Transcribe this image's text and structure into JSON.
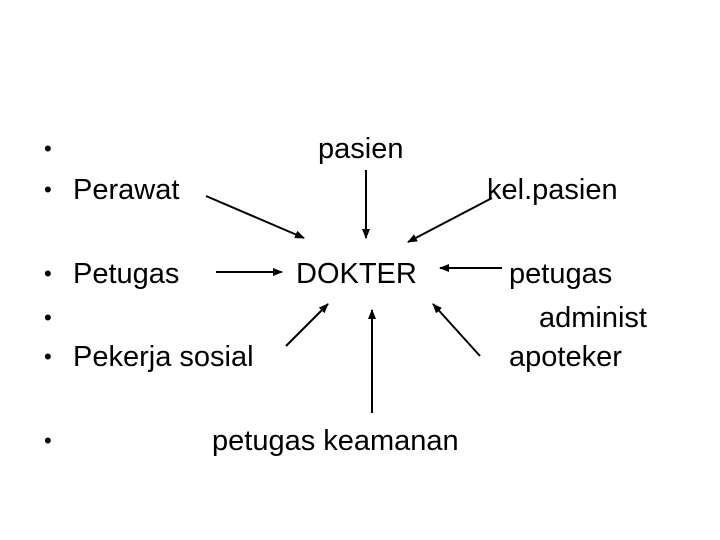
{
  "bullets": [
    "•",
    "•",
    "•",
    "•",
    "•",
    "•"
  ],
  "nodes": {
    "pasien": "pasien",
    "perawat": "Perawat",
    "kel_pasien": "kel.pasien",
    "petugas_left": "Petugas",
    "dokter": "DOKTER",
    "petugas_right": "petugas",
    "administ": "administ",
    "pekerja_sosial": "Pekerja sosial",
    "apoteker": "apoteker",
    "petugas_keamanan": "petugas keamanan"
  },
  "edges": [
    {
      "from": "pasien",
      "to": "dokter"
    },
    {
      "from": "perawat",
      "to": "dokter"
    },
    {
      "from": "kel_pasien",
      "to": "dokter"
    },
    {
      "from": "petugas_left",
      "to": "dokter"
    },
    {
      "from": "petugas_right",
      "to": "dokter"
    },
    {
      "from": "pekerja_sosial",
      "to": "dokter"
    },
    {
      "from": "petugas_keamanan",
      "to": "dokter"
    },
    {
      "from": "apoteker",
      "to": "dokter"
    }
  ]
}
